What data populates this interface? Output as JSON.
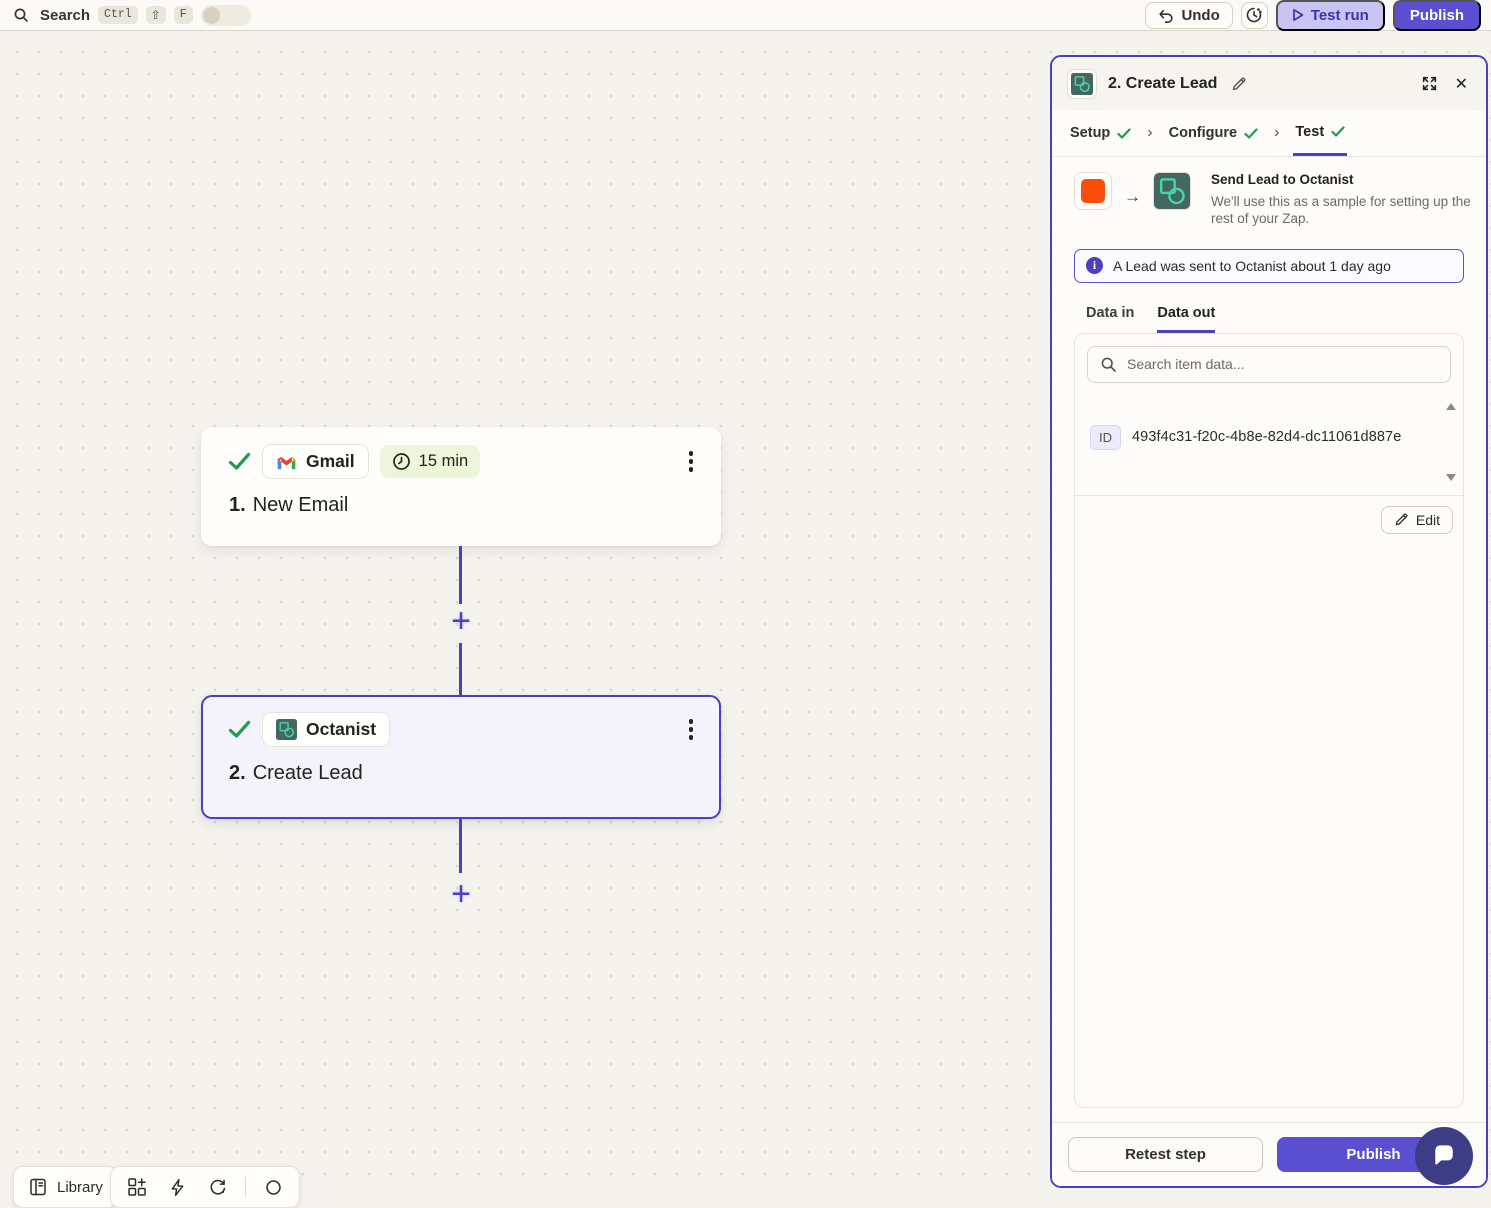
{
  "topbar": {
    "search_label": "Search",
    "keys": {
      "k1": "Ctrl",
      "k2": "⇧",
      "k3": "F"
    },
    "undo_label": "Undo",
    "test_run_label": "Test run",
    "publish_label": "Publish"
  },
  "canvas": {
    "step1": {
      "app": "Gmail",
      "timer": "15 min",
      "number": "1.",
      "title": "New Email"
    },
    "step2": {
      "app": "Octanist",
      "number": "2.",
      "title": "Create Lead"
    }
  },
  "panel": {
    "title": "2. Create Lead",
    "crumbs": {
      "setup": "Setup",
      "configure": "Configure",
      "test": "Test"
    },
    "sample": {
      "heading": "Send Lead to Octanist",
      "description": "We'll use this as a sample for setting up the rest of your Zap."
    },
    "banner_text": "A Lead was sent to Octanist about 1 day ago",
    "tabs": {
      "data_in": "Data in",
      "data_out": "Data out"
    },
    "search_placeholder": "Search item data...",
    "record": {
      "key": "ID",
      "value": "493f4c31-f20c-4b8e-82d4-dc11061d887e"
    },
    "edit_label": "Edit",
    "retest_label": "Retest step",
    "publish_label": "Publish"
  },
  "bottom_toolbar": {
    "library_label": "Library"
  },
  "icons": {
    "plus": "+",
    "arrow_right": "→",
    "chevron": "›",
    "close": "✕",
    "info": "i"
  },
  "colors": {
    "accent": "#4c40bf",
    "publish_button": "#5a4fd1",
    "test_run_bg": "#c9c4f2",
    "green_check": "#1f9d4d",
    "trigger_orange": "#fc4d0d",
    "octanist_teal_bg": "#44685f",
    "octanist_teal_glyph": "#45d6ab",
    "timer_pill_bg": "#edf6d8",
    "canvas_bg": "#f5f3ee"
  }
}
